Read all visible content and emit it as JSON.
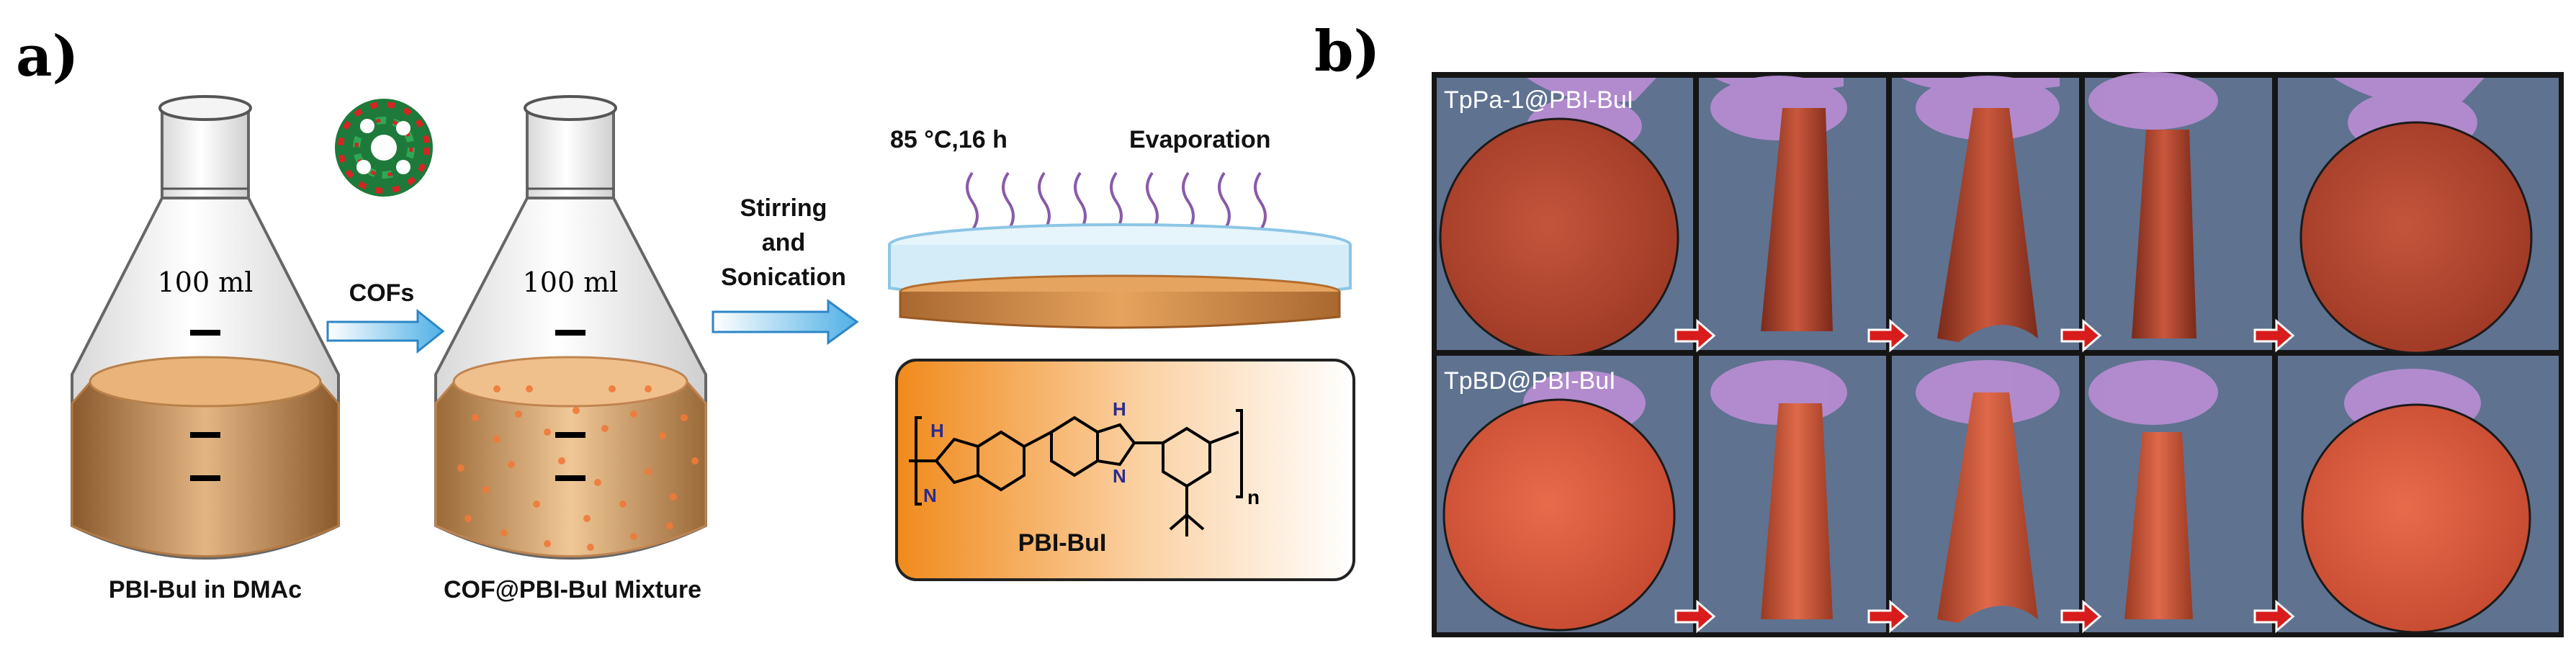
{
  "panel_a": {
    "label": "a)",
    "flask1": {
      "volume": "100 ml",
      "caption": "PBI-BuI in DMAc"
    },
    "flask2": {
      "volume": "100 ml",
      "caption": "COF@PBI-BuI Mixture"
    },
    "arrow1_label": "COFs",
    "arrow2_label_line1": "Stirring",
    "arrow2_label_line2": "and",
    "arrow2_label_line3": "Sonication",
    "condition": "85 °C,16 h",
    "evaporation": "Evaporation",
    "polymer_name": "PBI-BuI",
    "repeat_n": "n",
    "atom_h": "H",
    "atom_n": "N",
    "colors": {
      "solution": "#b07a45",
      "orange_box": "#f28c28",
      "arrow": "#5ab3e0",
      "nitrogen": "#2b2b8f"
    }
  },
  "panel_b": {
    "label": "b)",
    "row1_label": "TpPa-1@PBI-BuI",
    "row2_label": "TpBD@PBI-BuI",
    "colors": {
      "membrane_row1": "#b5432f",
      "membrane_row2": "#d9543a",
      "glove": "#b88fd0",
      "background": "#5d6f8a",
      "arrow": "#d42020"
    }
  }
}
